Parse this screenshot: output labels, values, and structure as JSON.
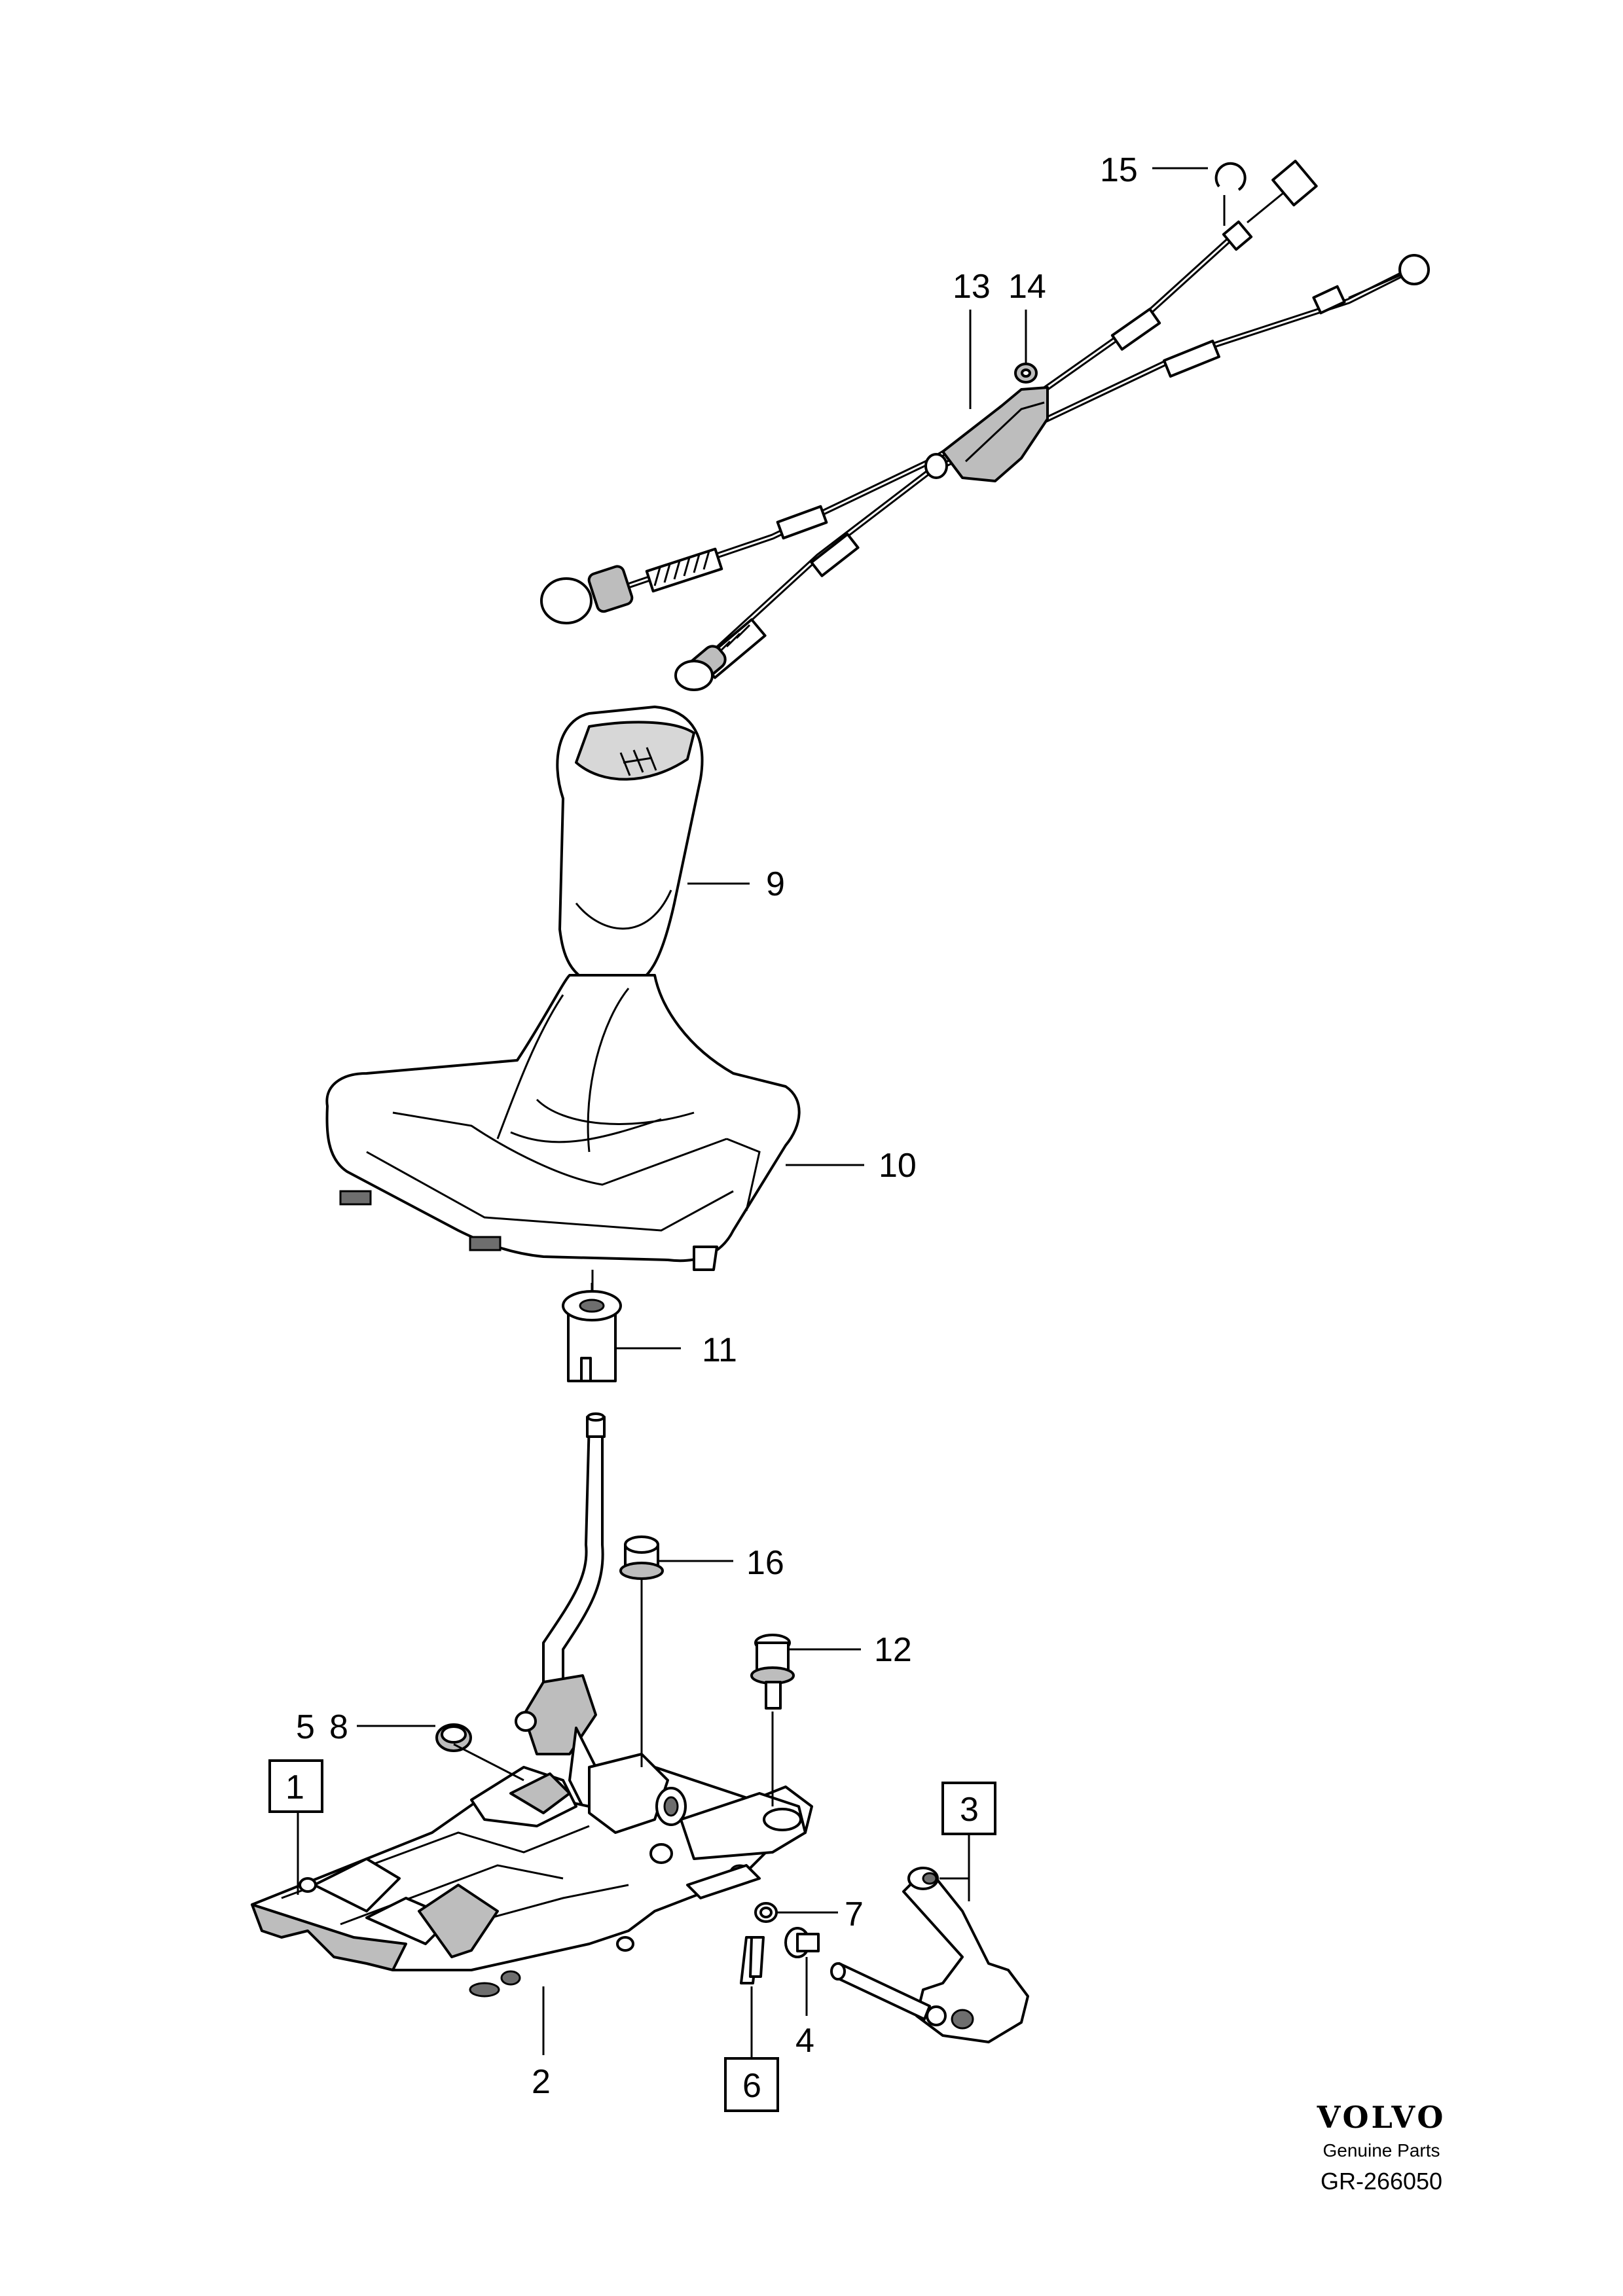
{
  "callouts": {
    "c1": "1",
    "c2": "2",
    "c3": "3",
    "c4": "4",
    "c5": "5",
    "c6": "6",
    "c7": "7",
    "c8": "8",
    "c9": "9",
    "c10": "10",
    "c11": "11",
    "c12": "12",
    "c13": "13",
    "c14": "14",
    "c15": "15",
    "c16": "16"
  },
  "branding": {
    "logo": "VOLVO",
    "tagline": "Genuine Parts",
    "reference": "GR-266050"
  },
  "colors": {
    "line": "#000000",
    "shade": "#bdbdbd",
    "background": "#ffffff"
  }
}
